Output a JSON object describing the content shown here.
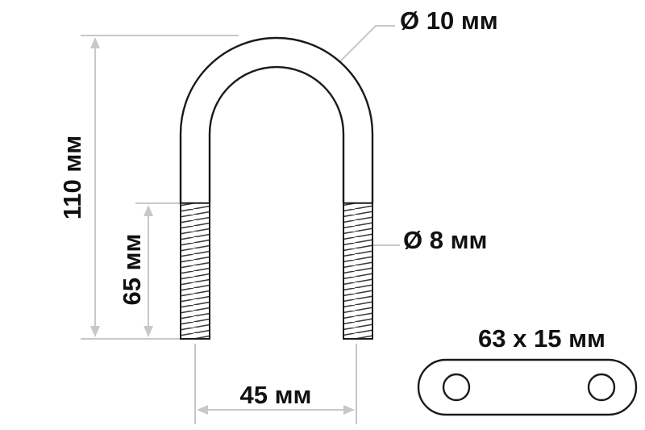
{
  "labels": {
    "bend_diameter": "Ø 10 мм",
    "thread_diameter": "Ø 8 мм",
    "total_height": "110 мм",
    "thread_length": "65 мм",
    "width": "45 мм",
    "plate_size": "63 x 15 мм"
  },
  "colors": {
    "outline": "#1a1a1a",
    "dimension": "#c8c8c8",
    "text": "#111111"
  }
}
